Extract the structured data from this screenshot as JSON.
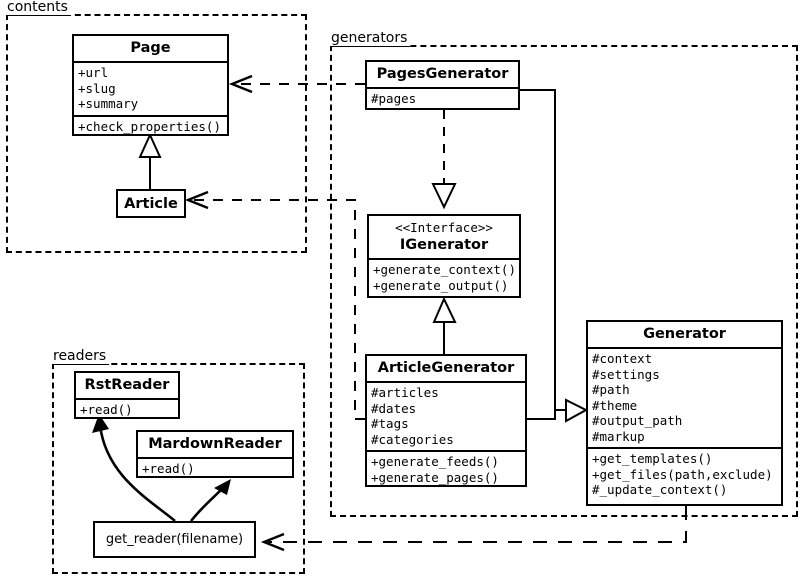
{
  "diagram": {
    "title": "Pelican architecture UML class diagram",
    "stroke_color": "#000000",
    "background_color": "#ffffff"
  },
  "packages": [
    {
      "id": "contents",
      "label": "contents"
    },
    {
      "id": "generators",
      "label": "generators"
    },
    {
      "id": "readers",
      "label": "readers"
    }
  ],
  "classes": {
    "page": {
      "name": "Page",
      "attributes": [
        "+url",
        "+slug",
        "+summary"
      ],
      "operations": [
        "+check_properties()"
      ]
    },
    "article": {
      "name": "Article",
      "attributes": [],
      "operations": []
    },
    "pages_generator": {
      "name": "PagesGenerator",
      "attributes": [
        "#pages"
      ],
      "operations": []
    },
    "igenerator": {
      "stereotype": "<<Interface>>",
      "name": "IGenerator",
      "attributes": [],
      "operations": [
        "+generate_context()",
        "+generate_output()"
      ]
    },
    "article_generator": {
      "name": "ArticleGenerator",
      "attributes": [
        "#articles",
        "#dates",
        "#tags",
        "#categories"
      ],
      "operations": [
        "+generate_feeds()",
        "+generate_pages()"
      ]
    },
    "generator": {
      "name": "Generator",
      "attributes": [
        "#context",
        "#settings",
        "#path",
        "#theme",
        "#output_path",
        "#markup"
      ],
      "operations": [
        "+get_templates()",
        "+get_files(path,exclude)",
        "#_update_context()"
      ]
    },
    "rst_reader": {
      "name": "RstReader",
      "attributes": [],
      "operations": [
        "+read()"
      ]
    },
    "mardown_reader": {
      "name": "MardownReader",
      "attributes": [],
      "operations": [
        "+read()"
      ]
    },
    "get_reader": {
      "name": "get_reader(filename)"
    }
  },
  "relationships": [
    {
      "id": "article-inherits-page",
      "type": "generalization",
      "from": "Article",
      "to": "Page"
    },
    {
      "id": "pagesgen-realizes-igenerator",
      "type": "realization",
      "from": "PagesGenerator",
      "to": "IGenerator"
    },
    {
      "id": "articlegen-realizes-igenerator",
      "type": "generalization",
      "from": "ArticleGenerator",
      "to": "IGenerator"
    },
    {
      "id": "pagesgen-inherits-generator",
      "type": "generalization",
      "from": "PagesGenerator",
      "to": "Generator"
    },
    {
      "id": "articlegen-inherits-generator",
      "type": "generalization",
      "from": "ArticleGenerator",
      "to": "Generator"
    },
    {
      "id": "pagesgen-depends-page",
      "type": "dependency",
      "from": "PagesGenerator",
      "to": "Page"
    },
    {
      "id": "articlegen-depends-article",
      "type": "dependency",
      "from": "ArticleGenerator",
      "to": "Article"
    },
    {
      "id": "generator-depends-get-reader",
      "type": "dependency",
      "from": "Generator",
      "to": "get_reader(filename)"
    },
    {
      "id": "getreader-returns-rstreader",
      "type": "association",
      "from": "get_reader(filename)",
      "to": "RstReader"
    },
    {
      "id": "getreader-returns-mardownreader",
      "type": "association",
      "from": "get_reader(filename)",
      "to": "MardownReader"
    }
  ]
}
